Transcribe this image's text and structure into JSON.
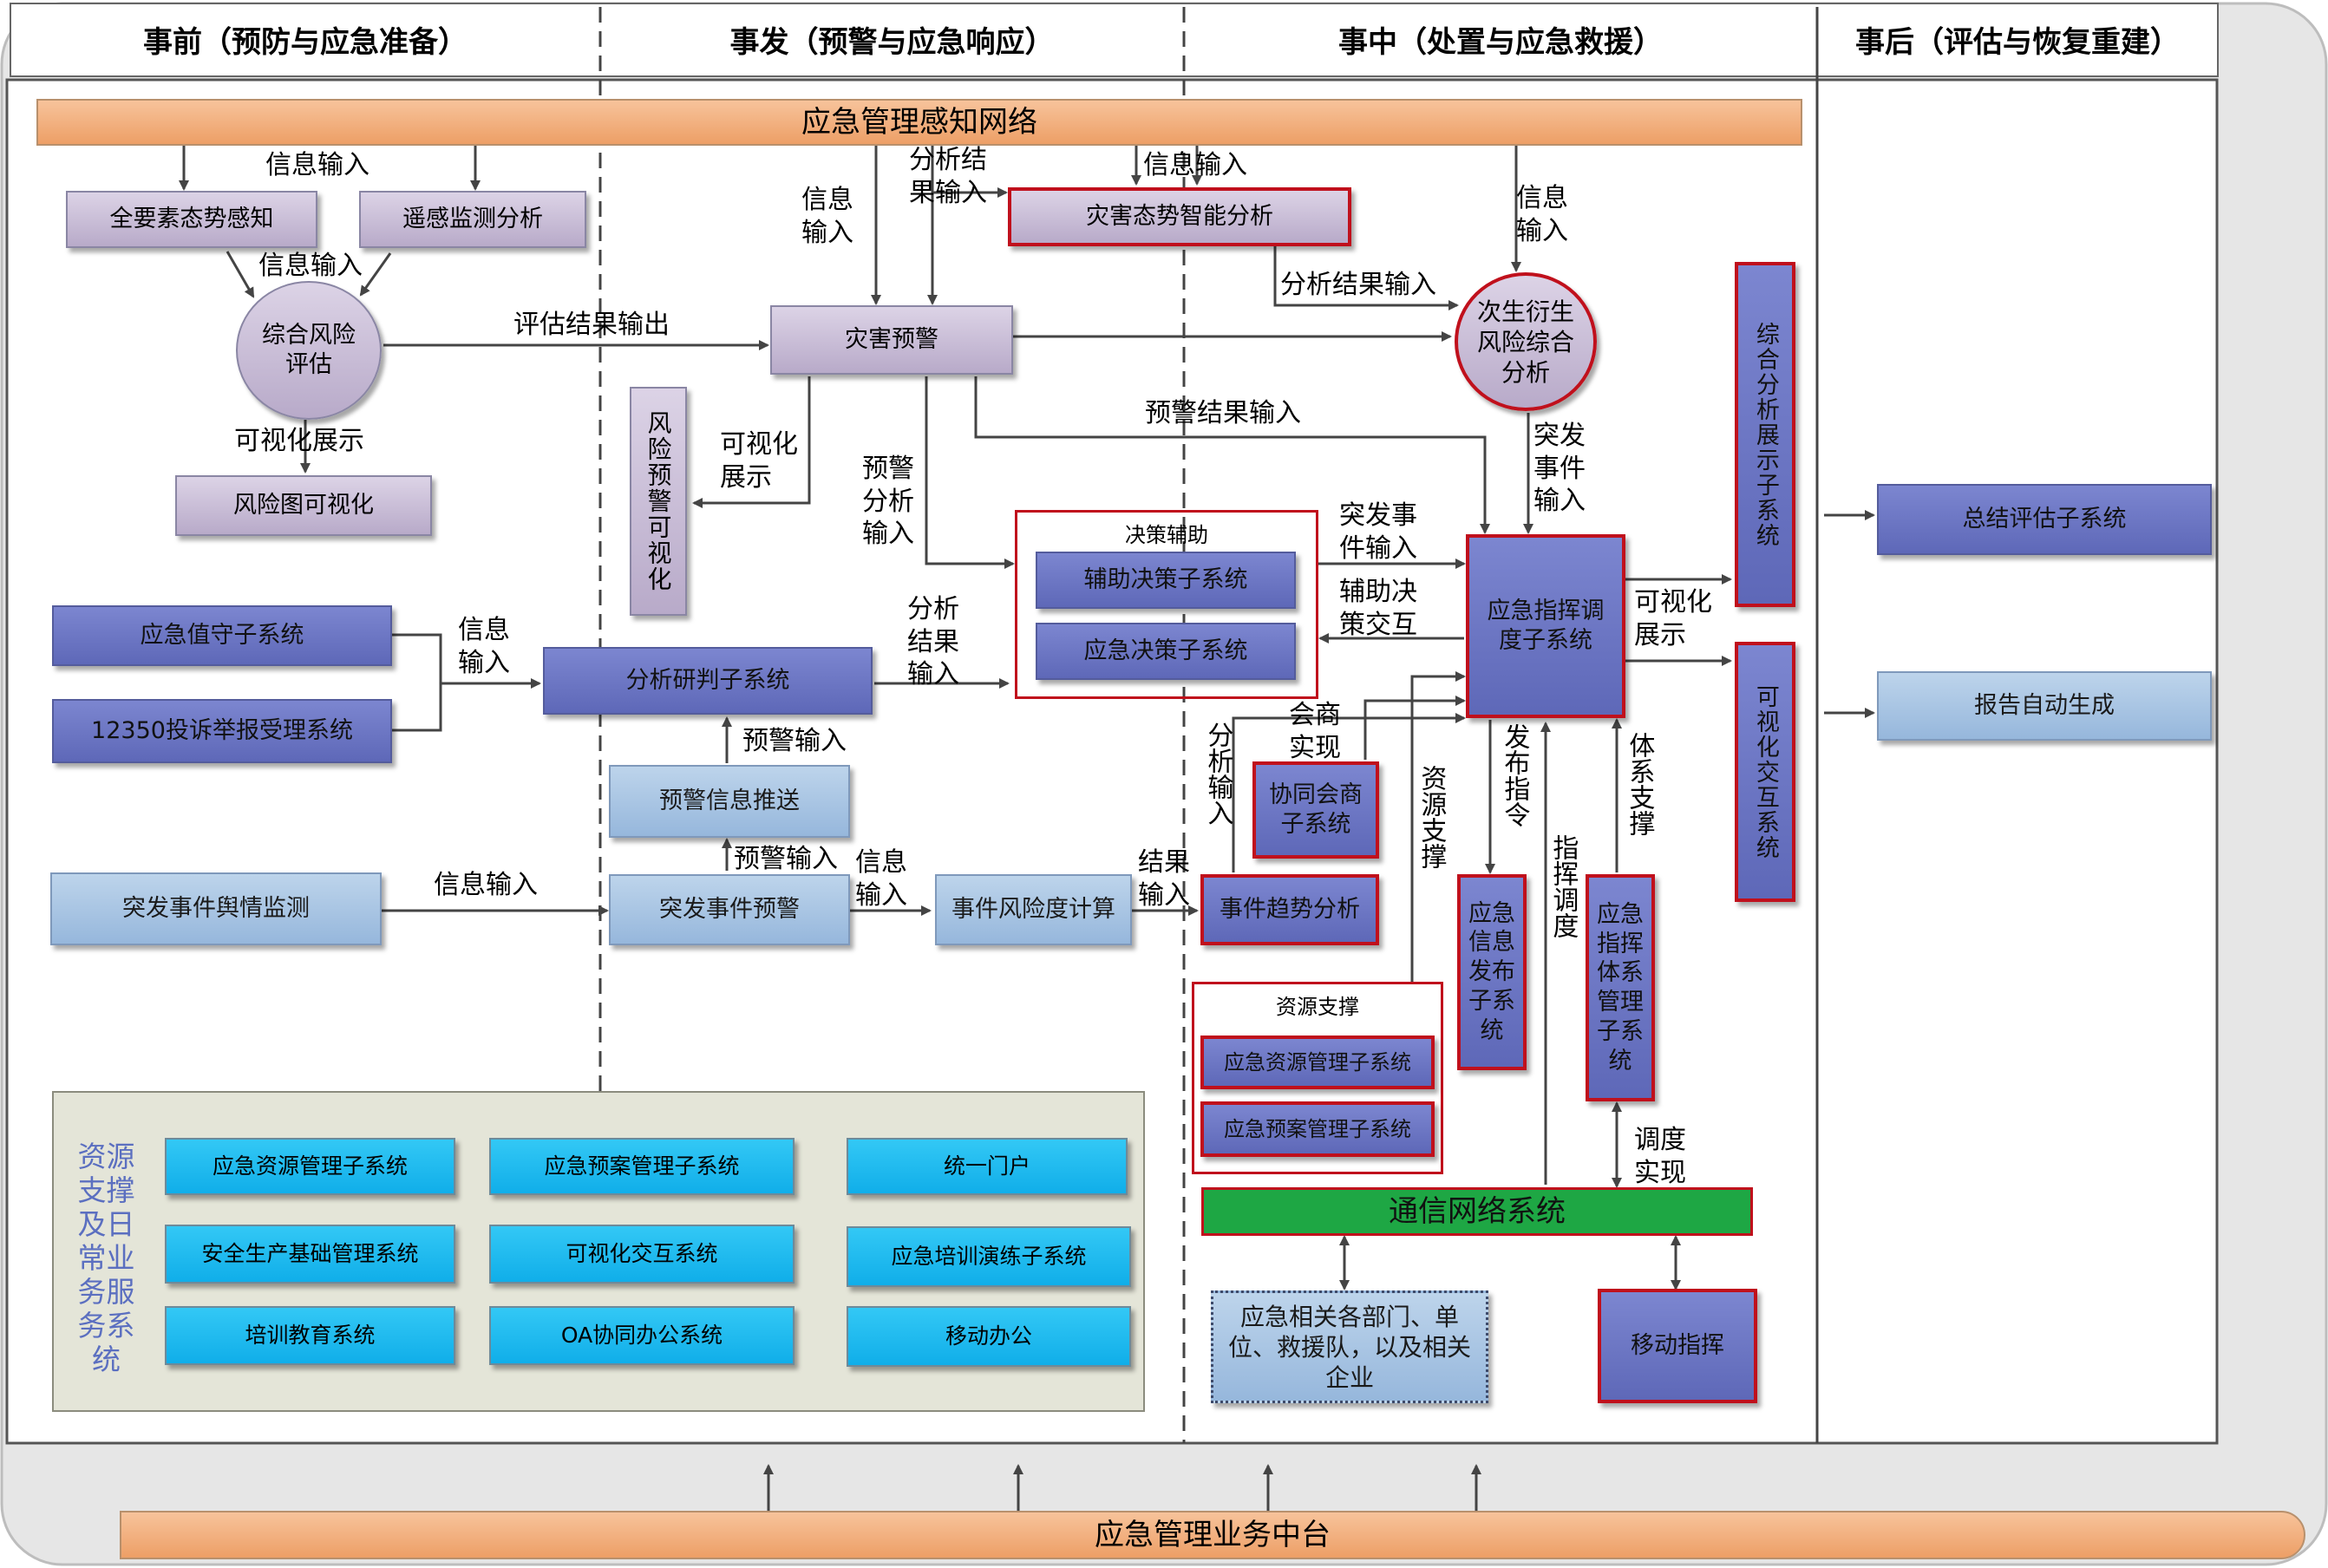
{
  "phases": {
    "before": "事前（预防与应急准备）",
    "onset": "事发（预警与应急响应）",
    "during": "事中（处置与应急救援）",
    "after": "事后（评估与恢复重建）"
  },
  "bars": {
    "perception_network": "应急管理感知网络",
    "business_platform": "应急管理业务中台",
    "comm_network": "通信网络系统"
  },
  "nodes": {
    "all_element": "全要素态势感知",
    "remote_sensing": "遥感监测分析",
    "risk_eval": "综合风险评估",
    "risk_map": "风险图可视化",
    "risk_warn_vis": "风险预警可视化",
    "disaster_warning": "灾害预警",
    "disaster_ai": "灾害态势智能分析",
    "secondary_risk": "次生衍生风险综合分析",
    "duty": "应急值守子系统",
    "complaint": "12350投诉举报受理系统",
    "research": "分析研判子系统",
    "assist_decision": "辅助决策子系统",
    "emergency_decision": "应急决策子系统",
    "command": "应急指挥调度子系统",
    "summary_display": "综合分析展示子系统",
    "visual_interact": "可视化交互系统",
    "summary_eval": "总结评估子系统",
    "report_gen": "报告自动生成",
    "warn_push": "预警信息推送",
    "opinion_monitor": "突发事件舆情监测",
    "event_warn": "突发事件预警",
    "event_risk_calc": "事件风险度计算",
    "trend": "事件趋势分析",
    "coop": "协同会商子系统",
    "info_release": "应急信息发布子系统",
    "cmd_system_mgmt": "应急指挥体系管理子系统",
    "res_mgmt": "应急资源管理子系统",
    "plan_mgmt": "应急预案管理子系统",
    "depts": "应急相关各部门、单位、救援队，以及相关企业",
    "mobile_cmd": "移动指挥"
  },
  "groups": {
    "decision": "决策辅助",
    "resource": "资源支撑"
  },
  "resource_panel": {
    "title": "资源支撑及日常业务服务系统",
    "items": [
      "应急资源管理子系统",
      "应急预案管理子系统",
      "统一门户",
      "安全生产基础管理系统",
      "可视化交互系统",
      "应急培训演练子系统",
      "培训教育系统",
      "OA协同办公系统",
      "移动办公"
    ]
  },
  "labels": {
    "info_in_1": "信息输入",
    "info_in_2": "信息输入",
    "info_in_3": "信息输入",
    "info_in_4": "信息输入",
    "info_in_5": "信息输入",
    "info_in_v1": "信息输入",
    "info_in_v2": "信息输入",
    "info_in_6": "信息输入",
    "info_in_7": "信息输入",
    "analysis_result_in": "分析结果输入",
    "analysis_result_in2": "分析结果输入",
    "eval_out": "评估结果输出",
    "vis_display_1": "可视化展示",
    "vis_display_2": "可视化展示",
    "vis_display_3": "可视化展示",
    "warn_result_in": "预警结果输入",
    "warn_analysis_in": "预警分析输入",
    "event_in": "突发事件输入",
    "event_in2": "突发事件输入",
    "assist_interact": "辅助决策交互",
    "analysis_result_in3": "分析结果输入",
    "warn_in_1": "预警输入",
    "warn_in_2": "预警输入",
    "consult": "会商实现",
    "analysis_in_v": "分析输入",
    "result_in": "结果输入",
    "resource_support_v": "资源支撑",
    "release_cmd": "发布指令",
    "cmd_dispatch": "指挥调度",
    "system_support": "体系支撑",
    "dispatch_impl": "调度实现"
  }
}
